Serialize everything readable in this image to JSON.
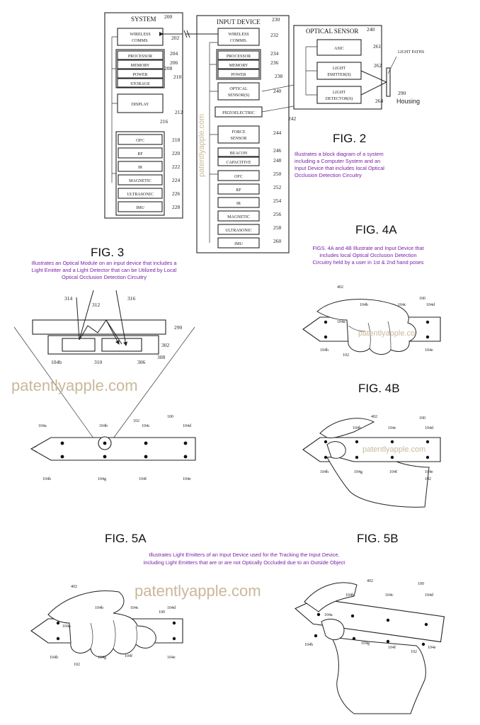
{
  "fig2": {
    "title": "FIG. 2",
    "caption": [
      "Illustrates a block diagram of a system",
      "including a Computer System and an",
      "Input Device that includes local Optical",
      "Occlusion Detection Circuitry"
    ],
    "system": {
      "title": "SYSTEM",
      "ref": "200",
      "blocks": [
        "WIRELESS COMMS.",
        "PROCESSOR",
        "MEMORY",
        "POWER",
        "STORAGE",
        "DISPLAY",
        "OFC",
        "RF",
        "IR",
        "MAGNETIC",
        "ULTRASONIC",
        "IMU"
      ],
      "refs": [
        "202",
        "204",
        "206",
        "208",
        "210",
        "212",
        "216",
        "218",
        "220",
        "222",
        "224",
        "226",
        "228"
      ]
    },
    "input_device": {
      "title": "INPUT DEVICE",
      "ref": "230",
      "blocks": [
        "WIRELESS COMMS.",
        "PROCESSOR",
        "MEMORY",
        "POWER",
        "OPTICAL SENSOR(S)",
        "PIEZOELECTRIC",
        "FORCE SENSOR",
        "BEACON",
        "CAPACITIVE",
        "OFC",
        "RF",
        "IR",
        "MAGNETIC",
        "ULTRASONIC",
        "IMU"
      ],
      "refs": [
        "232",
        "234",
        "236",
        "238",
        "240",
        "242",
        "244",
        "246",
        "248",
        "250",
        "252",
        "254",
        "256",
        "258",
        "260"
      ]
    },
    "optical_sensor": {
      "title": "OPTICAL SENSOR",
      "ref": "240",
      "blocks": [
        "ASIC",
        "LIGHT EMITTER(S)",
        "LIGHT DETECTOR(S)"
      ],
      "refs": [
        "261",
        "262",
        "264",
        "290"
      ],
      "light_paths": "LIGHT PATHS",
      "housing": "Housing"
    },
    "watermark": "patentlyapple.com"
  },
  "fig3": {
    "title": "FIG. 3",
    "caption": [
      "Illustrates an Optical Module on an input device that includes a",
      "Light Emitter and a Light Detector that can be Utilized by Local",
      "Optical Occlusion Detection Circuitry"
    ],
    "refs": [
      "314",
      "312",
      "316",
      "290",
      "302",
      "308",
      "104b",
      "310",
      "306"
    ],
    "device_refs": [
      "104a",
      "104b",
      "102",
      "104c",
      "100",
      "104d",
      "104h",
      "104g",
      "104f",
      "104e"
    ]
  },
  "fig4a": {
    "title": "FIG. 4A",
    "caption": [
      "FIGS. 4A and 4B Illustrate and Input Device that",
      "includes local Optical Occlusion Detection",
      "Circuitry held by a user in 1st & 2nd hand poses"
    ],
    "refs": [
      "402",
      "104b",
      "104c",
      "100",
      "104d",
      "104a",
      "104h",
      "102",
      "104e"
    ],
    "watermark": "patentlyapple.co"
  },
  "fig4b": {
    "title": "FIG. 4B",
    "refs": [
      "402",
      "104b",
      "104c",
      "100",
      "104d",
      "104h",
      "104g",
      "104f",
      "104e",
      "102"
    ],
    "watermark": "patentlyapple.com"
  },
  "fig5a": {
    "title": "FIG. 5A",
    "refs": [
      "402",
      "104b",
      "104c",
      "100",
      "104d",
      "104a",
      "104h",
      "102",
      "104g",
      "104f",
      "104e"
    ]
  },
  "fig5b": {
    "title": "FIG. 5B",
    "refs": [
      "402",
      "104b",
      "104c",
      "100",
      "104d",
      "104a",
      "104h",
      "104g",
      "104f",
      "102",
      "104e"
    ]
  },
  "fig5_caption": [
    "Illustrates Light Emitters of an Input Device used for the Tracking the Input Device,",
    "including Light Emitters that are or are not Optically Occluded due to an Outside Object"
  ],
  "watermarks": [
    "patentlyapple.com",
    "patentlyapple.com"
  ]
}
